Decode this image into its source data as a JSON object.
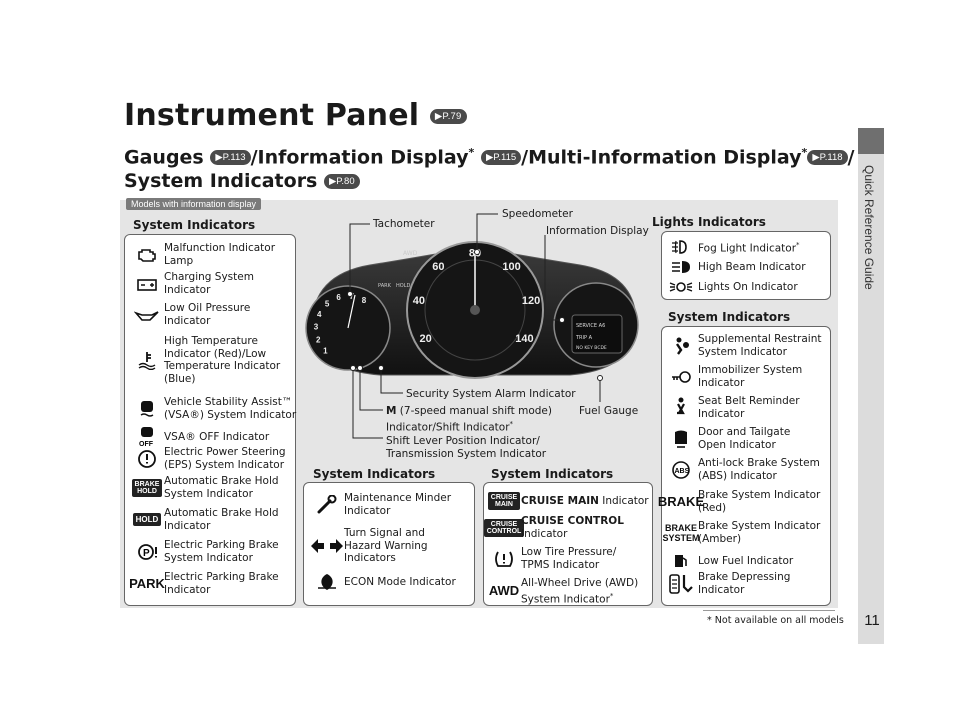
{
  "sidebar": {
    "label": "Quick Reference Guide",
    "page_number": "11"
  },
  "title": {
    "text": "Instrument Panel",
    "ref": "P.79"
  },
  "subtitle": {
    "part1": "Gauges ",
    "ref1": "P.113",
    "part2": "/Information Display",
    "star2": "*",
    "ref2": "P.115",
    "part3": "/Multi-Information Display",
    "star3": "*",
    "ref3": "P.118",
    "part4": "/",
    "line2": "System Indicators ",
    "ref4": "P.80"
  },
  "tag": "Models with information display",
  "left_panel": {
    "title": "System Indicators",
    "items": [
      {
        "icon": "engine-icon",
        "label": "Malfunction Indicator\nLamp"
      },
      {
        "icon": "battery-icon",
        "label": "Charging System\nIndicator"
      },
      {
        "icon": "oil-can-icon",
        "label": "Low Oil Pressure\nIndicator"
      },
      {
        "icon": "thermometer-icon",
        "label": "High Temperature\nIndicator (Red)/Low\nTemperature Indicator\n(Blue)"
      },
      {
        "icon": "vsa-icon",
        "label": "Vehicle Stability Assist™\n(VSA®) System Indicator"
      },
      {
        "icon": "vsa-off-icon",
        "label": "VSA® OFF Indicator"
      },
      {
        "icon": "eps-icon",
        "label": "Electric Power Steering\n(EPS) System Indicator"
      },
      {
        "icon": "brake-hold-icon",
        "icon_text": "BRAKE\nHOLD",
        "label": "Automatic Brake Hold\nSystem Indicator"
      },
      {
        "icon": "hold-icon",
        "icon_text": "HOLD",
        "label": "Automatic Brake Hold\nIndicator"
      },
      {
        "icon": "parking-brake-icon",
        "label": "Electric Parking Brake\nSystem Indicator"
      },
      {
        "icon": "park-icon",
        "icon_text": "PARK",
        "label": "Electric Parking Brake\nIndicator"
      }
    ]
  },
  "mid_left_panel": {
    "title": "System Indicators",
    "items": [
      {
        "icon": "wrench-icon",
        "label": "Maintenance Minder\nIndicator"
      },
      {
        "icon": "turn-signal-icon",
        "label": "Turn Signal and\nHazard Warning\nIndicators"
      },
      {
        "icon": "econ-leaf-icon",
        "label": "ECON Mode Indicator"
      }
    ]
  },
  "mid_right_panel": {
    "title": "System Indicators",
    "items": [
      {
        "icon": "cruise-main-icon",
        "icon_text": "CRUISE\nMAIN",
        "bold": "CRUISE MAIN",
        "label": " Indicator"
      },
      {
        "icon": "cruise-control-icon",
        "icon_text": "CRUISE\nCONTROL",
        "bold": "CRUISE CONTROL",
        "label": "\nIndicator"
      },
      {
        "icon": "tire-pressure-icon",
        "label": "Low Tire Pressure/\nTPMS Indicator"
      },
      {
        "icon": "awd-icon",
        "icon_text": "AWD",
        "label": "All-Wheel Drive (AWD)\nSystem Indicator",
        "star": "*"
      }
    ]
  },
  "lights_panel": {
    "title": "Lights Indicators",
    "items": [
      {
        "icon": "fog-light-icon",
        "label": "Fog Light Indicator",
        "star": "*"
      },
      {
        "icon": "high-beam-icon",
        "label": "High Beam Indicator"
      },
      {
        "icon": "lights-on-icon",
        "label": "Lights On Indicator"
      }
    ]
  },
  "right_panel": {
    "title": "System Indicators",
    "items": [
      {
        "icon": "airbag-icon",
        "label": "Supplemental Restraint\nSystem Indicator"
      },
      {
        "icon": "key-icon",
        "label": "Immobilizer System\nIndicator"
      },
      {
        "icon": "seat-belt-icon",
        "label": "Seat Belt Reminder\nIndicator"
      },
      {
        "icon": "door-icon",
        "label": "Door and Tailgate\nOpen Indicator"
      },
      {
        "icon": "abs-icon",
        "label": "Anti-lock Brake System\n(ABS) Indicator"
      },
      {
        "icon": "brake-red-icon",
        "icon_text": "BRAKE",
        "label": "Brake System Indicator\n(Red)"
      },
      {
        "icon": "brake-amber-icon",
        "icon_text": "BRAKE\nSYSTEM",
        "label": "Brake System Indicator\n(Amber)"
      },
      {
        "icon": "fuel-pump-icon",
        "label": "Low Fuel Indicator"
      },
      {
        "icon": "brake-pedal-icon",
        "label": "Brake Depressing\nIndicator"
      }
    ]
  },
  "callouts": {
    "tachometer": "Tachometer",
    "speedometer": "Speedometer",
    "info_display": "Information Display",
    "security": "Security System Alarm Indicator",
    "m_bold": "M",
    "m_rest": " (7-speed manual shift mode)",
    "m_line2": "Indicator/Shift Indicator",
    "m_star": "*",
    "shift_lever": "Shift Lever Position Indicator/\nTransmission System Indicator",
    "fuel_gauge": "Fuel Gauge"
  },
  "cluster": {
    "tach_labels": [
      "1",
      "2",
      "3",
      "4",
      "5",
      "6",
      "7",
      "8"
    ],
    "speed_labels": [
      "20",
      "40",
      "60",
      "80",
      "100",
      "120",
      "140"
    ],
    "awd": "AWD",
    "park": "PARK",
    "hold": "HOLD",
    "display_line1": "SERVICE A6",
    "display_line2": "TRIP A",
    "display_line3": "NO KEY BCDE"
  },
  "footnote": "* Not available on all models"
}
